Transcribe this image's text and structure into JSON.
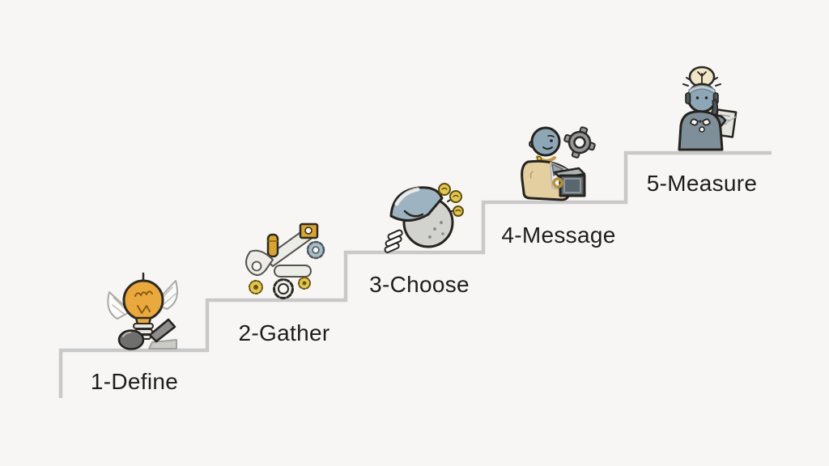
{
  "diagram": {
    "title": "five-step-staircase-process",
    "colors": {
      "background": "#f5f4f2",
      "stair_line": "#c9c9c9",
      "label_text": "#1d1d1d",
      "bulb_amber": "#e9a93c",
      "gold": "#d9a531",
      "skin_blue_gray": "#8da7b7",
      "jacket_tan": "#e4cfa0",
      "slate_gray": "#7e8f99"
    },
    "steps": [
      {
        "label": "1-Define",
        "icon": "winged-lightbulb-icon"
      },
      {
        "label": "2-Gather",
        "icon": "machine-gears-icon"
      },
      {
        "label": "3-Choose",
        "icon": "idea-head-icon"
      },
      {
        "label": "4-Message",
        "icon": "person-gear-case-icon"
      },
      {
        "label": "5-Measure",
        "icon": "person-halo-document-icon"
      }
    ]
  }
}
